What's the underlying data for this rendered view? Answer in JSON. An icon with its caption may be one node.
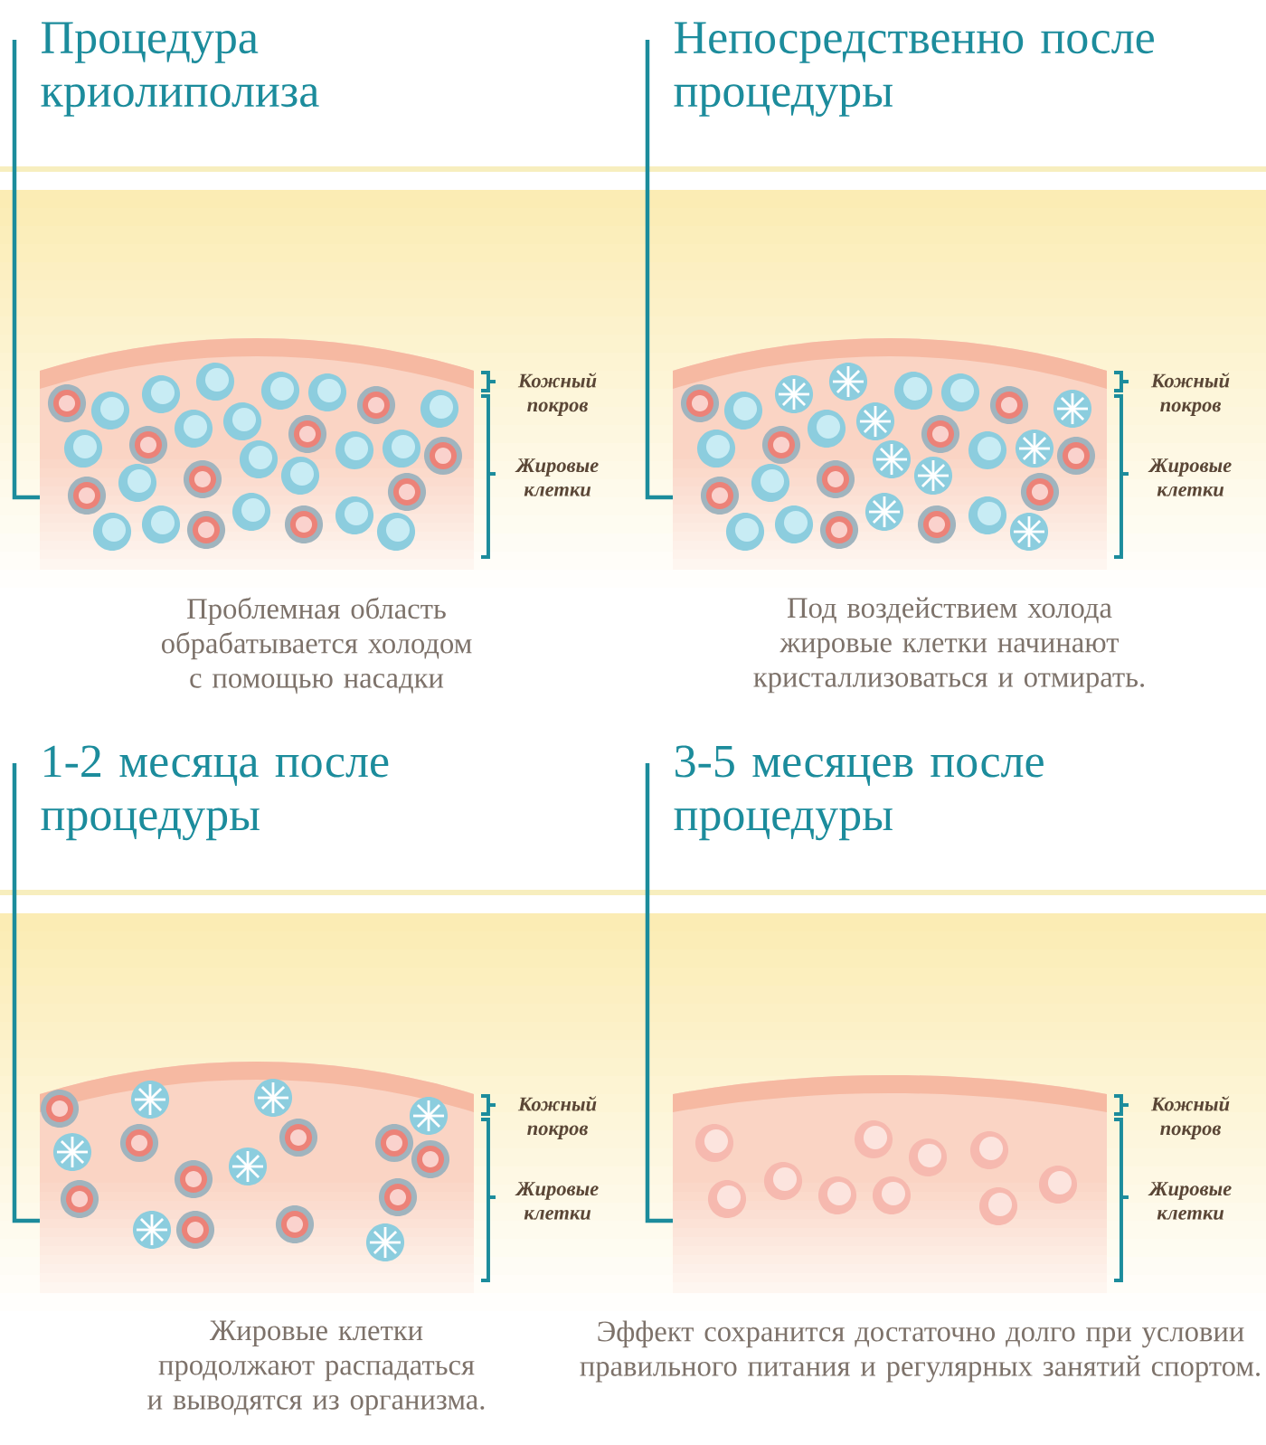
{
  "diagram": {
    "labels": [
      "Процедура криолиполиза",
      "Кожный покров",
      "Жировые клетки",
      "Проблемная область обрабатывается холодом с помощью насадки",
      "Непосредственно после процедуры",
      "Кожный покров",
      "Жировые клетки",
      "Под воздействием холода жировые клетки начинают кристаллизоваться и отмирать.",
      "1-2 месяца после процедуры",
      "Кожный покров",
      "Жировые клетки",
      "Жировые клетки продолжают распадаться и выводятся из организма.",
      "3-5 месяцев после процедуры",
      "Кожный покров",
      "Жировые клетки",
      "Эффект сохранится достаточно долго при условии правильного питания и регулярных занятий спортом."
    ]
  }
}
